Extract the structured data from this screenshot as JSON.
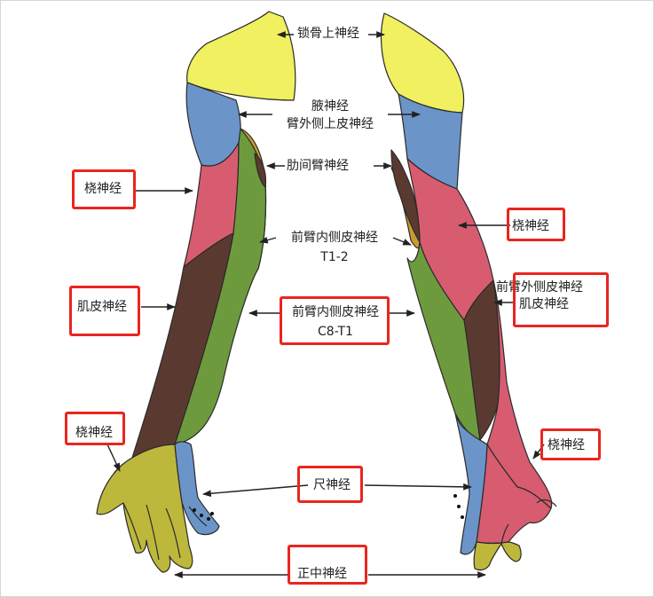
{
  "labels": {
    "clavicle": "锁骨上神经",
    "axillary": "腋神经",
    "lateral_brachial": "臂外侧上皮神经",
    "intercostobrachial": "肋间臂神经",
    "radial_left_arm": "桡神经",
    "medial_forearm_t12": "前臂内侧皮神经",
    "t12": "T1-2",
    "radial_right_arm": "桡神经",
    "musculocutaneous_left": "肌皮神经",
    "medial_forearm_c8t1": "前臂内侧皮神经",
    "c8t1": "C8-T1",
    "lateral_forearm": "前臂外侧皮神经",
    "musculocutaneous_right": "肌皮神经",
    "radial_left_hand": "桡神经",
    "radial_right_hand": "桡神经",
    "ulnar": "尺神经",
    "median": "正中神经"
  },
  "colors": {
    "supraclavicular": "#f0f060",
    "axillary": "#6b95c8",
    "radial": "#d85c70",
    "musculocutaneous": "#5a3a30",
    "medial_forearm": "#6e9a3e",
    "intercostobrachial": "#c79b2e",
    "ulnar": "#6b95c8",
    "median": "#bdb83c",
    "highlight_box": "#e8261f"
  }
}
